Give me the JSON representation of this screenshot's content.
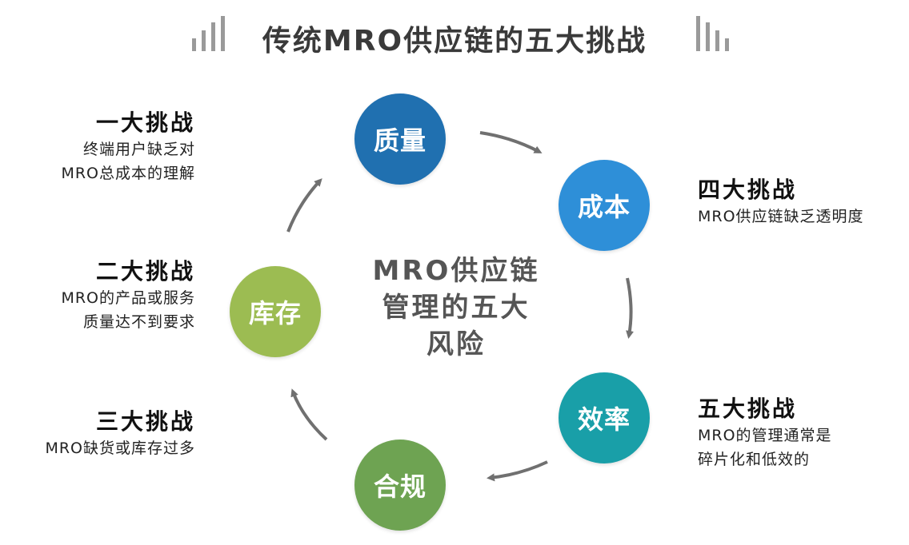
{
  "title": "传统MRO供应链的五大挑战",
  "center": {
    "lines": [
      "MRO供应链",
      "管理的五大",
      "风险"
    ]
  },
  "nodes": {
    "quality": {
      "label": "质量",
      "color": "#2070b0"
    },
    "cost": {
      "label": "成本",
      "color": "#2e8fd8"
    },
    "efficiency": {
      "label": "效率",
      "color": "#199fa8"
    },
    "compliance": {
      "label": "合规",
      "color": "#6ea352"
    },
    "inventory": {
      "label": "库存",
      "color": "#9cbc52"
    }
  },
  "challenges": {
    "one": {
      "title": "一大挑战",
      "desc": [
        "终端用户缺乏对",
        "MRO总成本的理解"
      ]
    },
    "two": {
      "title": "二大挑战",
      "desc": [
        "MRO的产品或服务",
        "质量达不到要求"
      ]
    },
    "three": {
      "title": "三大挑战",
      "desc": [
        "MRO缺货或库存过多"
      ]
    },
    "four": {
      "title": "四大挑战",
      "desc": [
        "MRO供应链缺乏透明度"
      ]
    },
    "five": {
      "title": "五大挑战",
      "desc": [
        "MRO的管理通常是",
        "碎片化和低效的"
      ]
    }
  },
  "colors": {
    "arrow": "#707070",
    "title_bars": "#9a9a9a",
    "title_text": "#3a3a3a"
  }
}
